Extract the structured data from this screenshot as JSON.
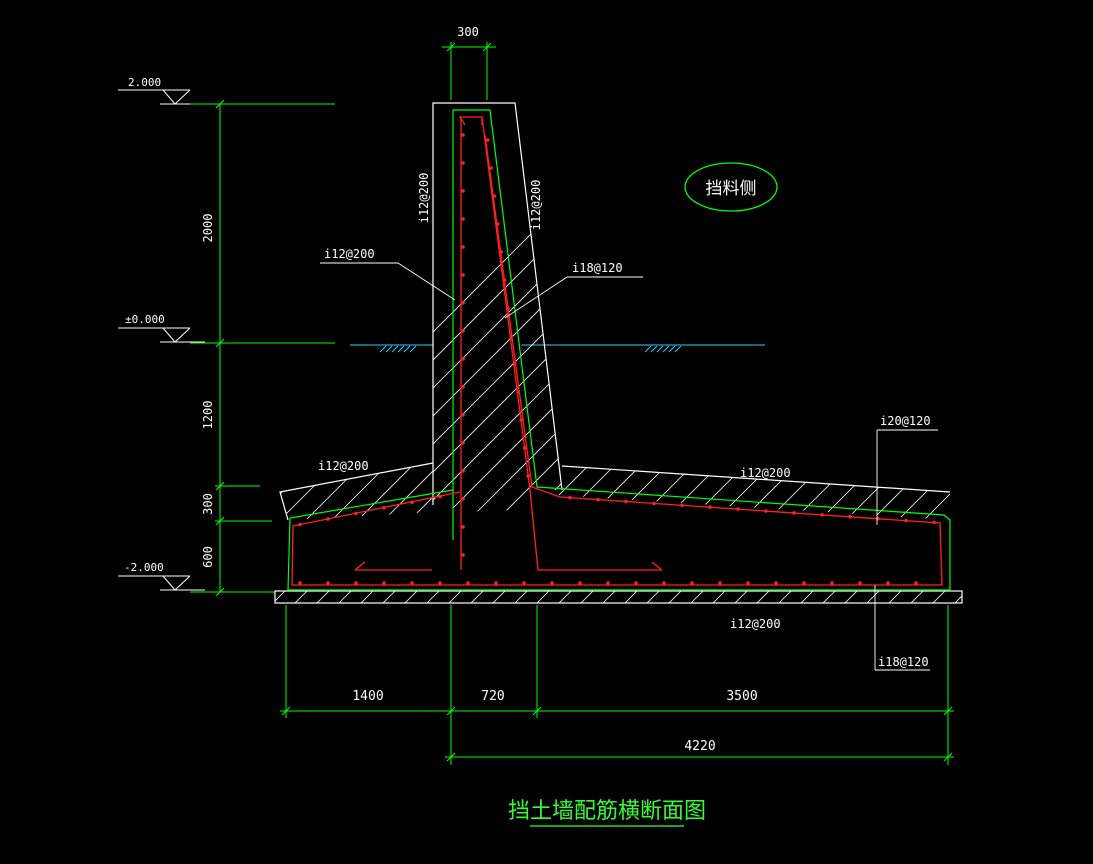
{
  "colors": {
    "background": "#000000",
    "outline": "#ffffff",
    "rebar": "#ff2020",
    "cover_line": "#00ff00",
    "dimension": "#00ff00",
    "ground": "#33ccff",
    "title": "#33ff33"
  },
  "title": "挡土墙配筋横断面图",
  "side_label": "挡料侧",
  "top_dimension": "300",
  "elevations": {
    "top": "2.000",
    "ground": "±0.000",
    "bottom": "-2.000"
  },
  "vertical_dimensions": [
    "2000",
    "1200",
    "300",
    "600"
  ],
  "horizontal_dimensions": {
    "left_toe": "1400",
    "stem": "720",
    "right_heel": "3500",
    "stem_plus_heel": "4220"
  },
  "rebar_labels": {
    "stem_left_vertical": "i12@200",
    "stem_right_vertical": "i12@200",
    "stem_left_leader": "i12@200",
    "stem_right_leader": "i18@120",
    "toe_top": "i12@200",
    "heel_top": "i12@200",
    "heel_top_main": "i20@120",
    "base_bottom": "i12@200",
    "base_bottom_main": "i18@120"
  }
}
